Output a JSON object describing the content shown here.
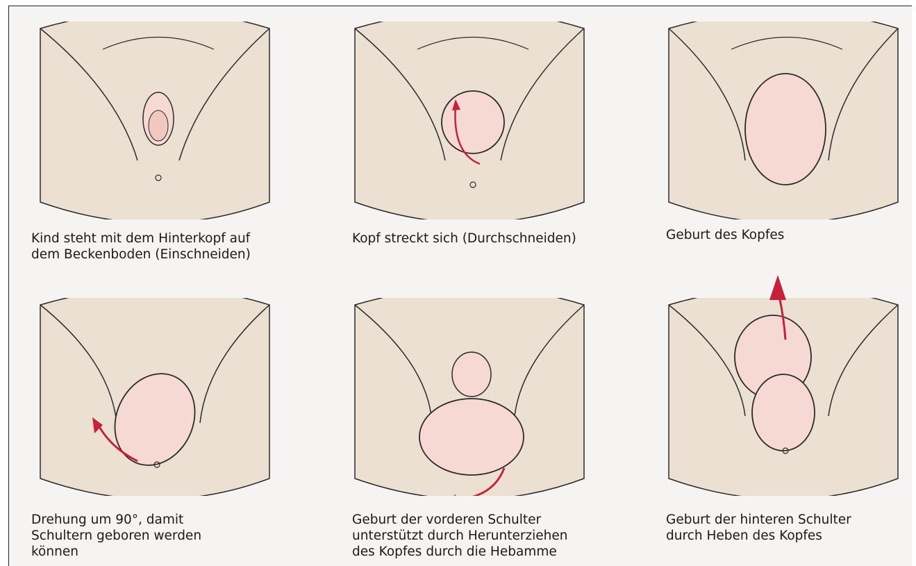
{
  "figure": {
    "panels": [
      {
        "id": "p1",
        "caption": "Kind steht mit dem Hinterkopf auf\ndem Beckenboden (Einschneiden)"
      },
      {
        "id": "p2",
        "caption": "Kopf streckt sich (Durchschneiden)"
      },
      {
        "id": "p3",
        "caption": "Geburt des Kopfes"
      },
      {
        "id": "p4",
        "caption": "Drehung um 90°, damit\nSchultern geboren werden\nkönnen"
      },
      {
        "id": "p5",
        "caption": "Geburt der vorderen Schulter\nunterstützt durch Herunterziehen\ndes Kopfes durch die Hebamme"
      },
      {
        "id": "p6",
        "caption": "Geburt der hinteren Schulter\ndurch Heben des Kopfes"
      }
    ]
  },
  "colors": {
    "skin": "#ece0d2",
    "baby": "#f5d9d2",
    "arrow": "#c8203a",
    "ink": "#2a2a2a",
    "background": "#f5f4f2"
  },
  "icons": [
    "red-arrow-icon"
  ]
}
